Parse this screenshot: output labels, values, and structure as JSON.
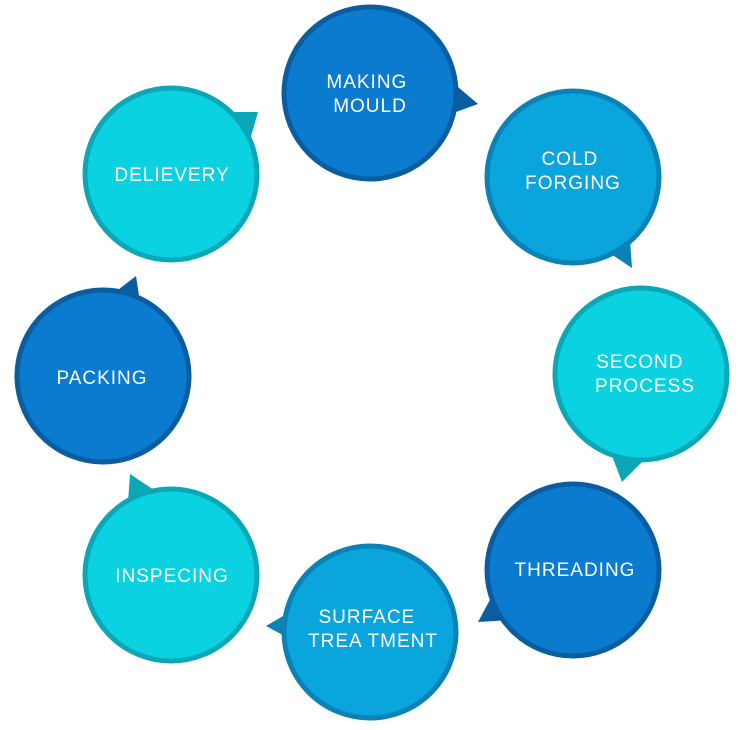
{
  "colors": {
    "dark_blue": "#0b7bd0",
    "dark_blue_rim": "#0a5d9e",
    "mid_blue": "#0ba5dd",
    "mid_blue_rim": "#0b82b6",
    "cyan": "#0ad2e0",
    "cyan_rim": "#0ca7b6",
    "label": "#ffffff"
  },
  "steps": [
    {
      "lines": [
        "MAKING",
        "MOULD"
      ],
      "tone": "dark_blue"
    },
    {
      "lines": [
        "COLD",
        "FORGING"
      ],
      "tone": "mid_blue"
    },
    {
      "lines": [
        "SECOND",
        "PROCESS"
      ],
      "tone": "cyan"
    },
    {
      "lines": [
        "THREADING"
      ],
      "tone": "dark_blue"
    },
    {
      "lines": [
        "SURFACE",
        "TREA TMENT"
      ],
      "tone": "mid_blue"
    },
    {
      "lines": [
        "INSPECING"
      ],
      "tone": "cyan"
    },
    {
      "lines": [
        "PACKING"
      ],
      "tone": "dark_blue"
    },
    {
      "lines": [
        "DELIEVERY"
      ],
      "tone": "cyan"
    }
  ],
  "flow_direction": "clockwise"
}
